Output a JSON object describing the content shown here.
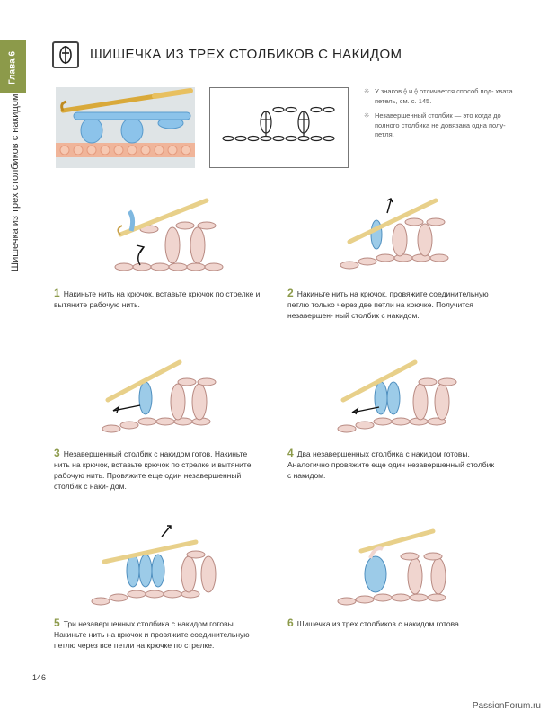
{
  "sidebar": {
    "chapter": "Глава 6",
    "section": "Шишечка из трех столбиков с накидом"
  },
  "header": {
    "title": "ШИШЕЧКА ИЗ ТРЕХ СТОЛБИКОВ С НАКИДОМ"
  },
  "notes": [
    {
      "mark": "※",
      "text": "У знаков ⟠ и ⟠ отличается способ под- хвата петель, см. с. 145."
    },
    {
      "mark": "※",
      "text": "Незавершенный столбик — это когда до полного столбика не довязана одна полу- петля."
    }
  ],
  "steps": [
    {
      "num": "1",
      "text": "Накиньте нить на крючок, вставьте крючок по стрелке и вытяните рабочую нить."
    },
    {
      "num": "2",
      "text": "Накиньте нить на крючок, провяжите соединительную петлю только через две петли на крючке. Получится незавершен- ный столбик с накидом."
    },
    {
      "num": "3",
      "text": "Незавершенный столбик с накидом готов. Накиньте нить на крючок, вставьте крючок по стрелке и вытяните рабочую нить. Провяжите еще один незавершенный столбик с наки- дом."
    },
    {
      "num": "4",
      "text": "Два незавершенных столбика с накидом готовы. Аналогично провяжите еще один незавершенный столбик с накидом."
    },
    {
      "num": "5",
      "text": "Три незавершенных столбика с накидом готовы. Накиньте нить на крючок и провяжите соединительную петлю через все петли на крючке по стрелке."
    },
    {
      "num": "6",
      "text": "Шишечка из трех столбиков с накидом готова."
    }
  ],
  "page_number": "146",
  "watermark": "PassionForum.ru",
  "colors": {
    "accent": "#8c9a4a",
    "yarn_blue": "#7fb8e0",
    "yarn_pink": "#e8c4bc",
    "hook": "#e8d08a"
  }
}
